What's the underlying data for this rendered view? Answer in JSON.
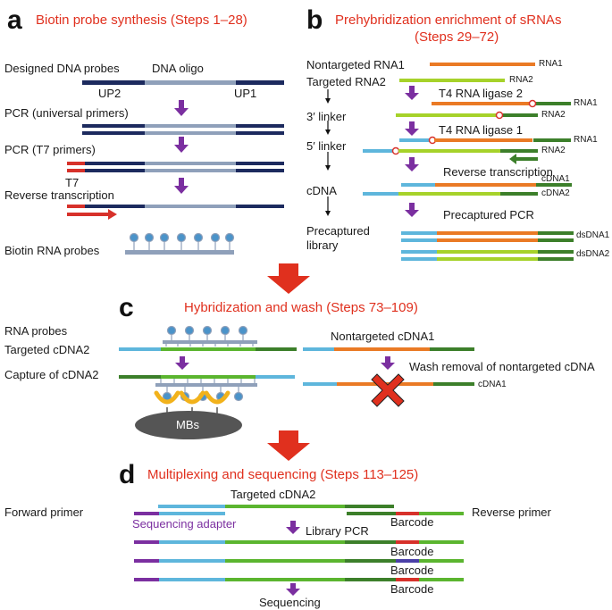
{
  "colors": {
    "title_red": "#e0301e",
    "navy": "#1c2a5e",
    "steel": "#8fa0ba",
    "orange": "#ea7a25",
    "green": "#5bb52f",
    "dark_green": "#3c7f2a",
    "blue": "#5eb6dc",
    "purple": "#7b2fa0",
    "lime": "#a6d22a",
    "strand_red": "#d7312a",
    "probe_blue": "#3f8cc6",
    "mb_gray": "#555555",
    "mb_yellow": "#f2b21b"
  },
  "panel_a": {
    "letter": "a",
    "title": "Biotin probe synthesis (Steps 1–28)",
    "designed": "Designed DNA probes",
    "oligo": "DNA oligo",
    "up2": "UP2",
    "up1": "UP1",
    "pcr_universal": "PCR (universal primers)",
    "pcr_t7": "PCR (T7 primers)",
    "t7": "T7",
    "rt": "Reverse transcription",
    "biotin": "Biotin RNA probes"
  },
  "panel_b": {
    "letter": "b",
    "title_line1": "Prehybridization enrichment of sRNAs",
    "title_line2": "(Steps 29–72)",
    "nontargeted": "Nontargeted RNA1",
    "targeted": "Targeted RNA2",
    "rna1": "RNA1",
    "rna2": "RNA2",
    "ligase2": "T4 RNA ligase 2",
    "ligase1": "T4 RNA ligase 1",
    "linker3": "3′ linker",
    "linker5": "5′ linker",
    "rt": "Reverse transcription",
    "cdna": "cDNA",
    "cdna1": "cDNA1",
    "cdna2": "cDNA2",
    "precap_pcr": "Precaptured PCR",
    "precap_lib_line1": "Precaptured",
    "precap_lib_line2": "library",
    "dsdna1": "dsDNA1",
    "dsdna2": "dsDNA2"
  },
  "panel_c": {
    "letter": "c",
    "title": "Hybridization and wash (Steps 73–109)",
    "rna_probes": "RNA probes",
    "targeted": "Targeted cDNA2",
    "capture": "Capture of cDNA2",
    "mbs": "MBs",
    "nontargeted": "Nontargeted cDNA1",
    "wash": "Wash removal of nontargeted cDNA",
    "cdna1": "cDNA1"
  },
  "panel_d": {
    "letter": "d",
    "title": "Multiplexing and sequencing (Steps 113–125)",
    "targeted": "Targeted cDNA2",
    "forward": "Forward primer",
    "reverse": "Reverse primer",
    "seq_adapter": "Sequencing adapter",
    "barcode": "Barcode",
    "library_pcr": "Library PCR",
    "sequencing": "Sequencing"
  }
}
